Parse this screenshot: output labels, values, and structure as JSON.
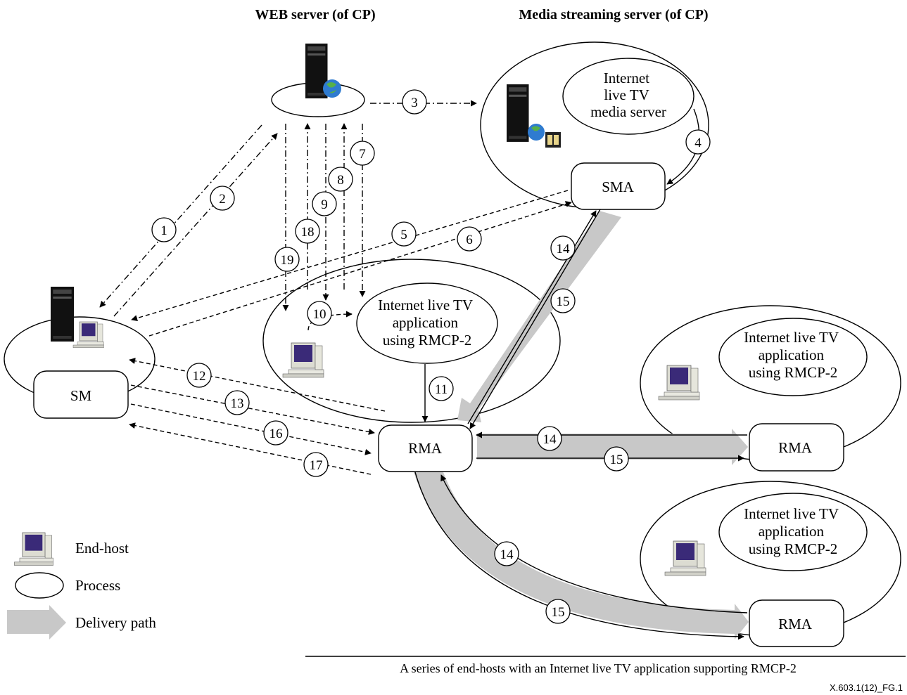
{
  "headers": {
    "web_server": "WEB server (of CP)",
    "media_server": "Media streaming server (of CP)"
  },
  "processes": {
    "media_server_app": [
      "Internet",
      "live TV",
      "media server"
    ],
    "sma": "SMA",
    "sm": "SM",
    "rma_main": "RMA",
    "rma_right": "RMA",
    "rma_bottom": "RMA",
    "app_main": [
      "Internet live TV",
      "application",
      "using RMCP-2"
    ],
    "app_right": [
      "Internet live TV",
      "application",
      "using RMCP-2"
    ],
    "app_bottom": [
      "Internet live TV",
      "application",
      "using RMCP-2"
    ]
  },
  "steps": [
    "1",
    "2",
    "3",
    "4",
    "5",
    "6",
    "7",
    "8",
    "9",
    "10",
    "11",
    "12",
    "13",
    "14",
    "15",
    "16",
    "17",
    "18",
    "19"
  ],
  "legend": {
    "end_host": "End-host",
    "process": "Process",
    "delivery_path": "Delivery path"
  },
  "caption": "A series of end-hosts with an Internet live TV application supporting RMCP-2",
  "figure_id": "X.603.1(12)_FG.1",
  "colors": {
    "line": "#000000",
    "delivery_path": "#c8c8c8",
    "screen": "#3a2a78",
    "tower": "#111111",
    "globe": "#2f7bd0"
  }
}
